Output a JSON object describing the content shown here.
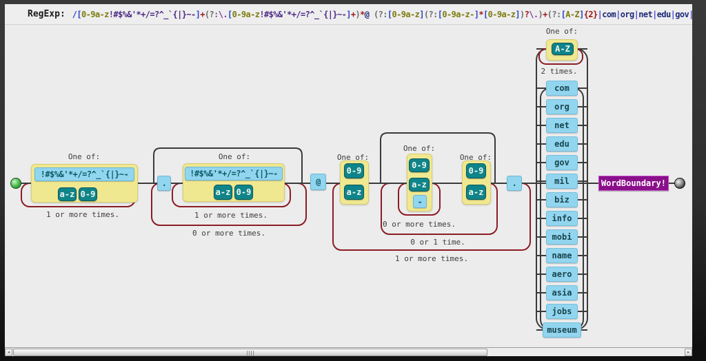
{
  "header": {
    "label": "RegExp:",
    "tokens": [
      {
        "t": "/",
        "c": "sl"
      },
      {
        "t": "[",
        "c": "br"
      },
      {
        "t": "0-9a-z",
        "c": "cl"
      },
      {
        "t": "!#$%&'*+/=?^_`{|}~-",
        "c": "sp"
      },
      {
        "t": "]",
        "c": "br"
      },
      {
        "t": "+",
        "c": "q"
      },
      {
        "t": "(?:",
        "c": "g"
      },
      {
        "t": "\\.",
        "c": "e"
      },
      {
        "t": "[",
        "c": "br"
      },
      {
        "t": "0-9a-z",
        "c": "cl"
      },
      {
        "t": "!#$%&'*+/=?^_`{|}~-",
        "c": "sp"
      },
      {
        "t": "]",
        "c": "br"
      },
      {
        "t": "+",
        "c": "q"
      },
      {
        "t": ")",
        "c": "g"
      },
      {
        "t": "*",
        "c": "q"
      },
      {
        "t": "@",
        "c": "l"
      },
      {
        "t": " ",
        "c": "g"
      },
      {
        "t": "(?:",
        "c": "g"
      },
      {
        "t": "[",
        "c": "br"
      },
      {
        "t": "0-9a-z",
        "c": "cl"
      },
      {
        "t": "]",
        "c": "br"
      },
      {
        "t": "(?:",
        "c": "g"
      },
      {
        "t": "[",
        "c": "br"
      },
      {
        "t": "0-9a-z-",
        "c": "cl"
      },
      {
        "t": "]",
        "c": "br"
      },
      {
        "t": "*",
        "c": "q"
      },
      {
        "t": "[",
        "c": "br"
      },
      {
        "t": "0-9a-z",
        "c": "cl"
      },
      {
        "t": "]",
        "c": "br"
      },
      {
        "t": ")",
        "c": "g"
      },
      {
        "t": "?",
        "c": "q"
      },
      {
        "t": "\\.",
        "c": "e"
      },
      {
        "t": ")",
        "c": "g"
      },
      {
        "t": "+",
        "c": "q"
      },
      {
        "t": "(?:",
        "c": "g"
      },
      {
        "t": "[",
        "c": "br"
      },
      {
        "t": "A-Z",
        "c": "cl"
      },
      {
        "t": "]",
        "c": "br"
      },
      {
        "t": "{2}",
        "c": "q"
      },
      {
        "t": "|",
        "c": "p"
      },
      {
        "t": "com",
        "c": "l"
      },
      {
        "t": "|",
        "c": "p"
      },
      {
        "t": "org",
        "c": "l"
      },
      {
        "t": "|",
        "c": "p"
      },
      {
        "t": "net",
        "c": "l"
      },
      {
        "t": "|",
        "c": "p"
      },
      {
        "t": "edu",
        "c": "l"
      },
      {
        "t": "|",
        "c": "p"
      },
      {
        "t": "gov",
        "c": "l"
      },
      {
        "t": "|",
        "c": "p"
      }
    ]
  },
  "palette": {
    "frame": "#2e2e2e",
    "content_bg": "#ececec",
    "line": "#3a3a3a",
    "loop": "#8b1c24",
    "group_box": "#f0e891",
    "char_class_box": "#0f8489",
    "literal_box": "#92d5ef",
    "assertion_box": "#8a0f8a",
    "start_node": "#2f9e2f",
    "end_node": "#3c3c3c",
    "regex_bracket": "#2b46c9",
    "regex_class": "#7c7c10",
    "regex_special": "#4e2b86",
    "regex_quantifier": "#a01818",
    "regex_group": "#6e6e6e",
    "regex_literal": "#1e2b7a"
  },
  "diagram": {
    "labels": {
      "one_of": "One of:",
      "one_or_more": "1 or more times.",
      "zero_or_more": "0 or more times.",
      "zero_or_one": "0 or 1 time.",
      "two_times": "2 times."
    },
    "nodes": {
      "specials": "!#$%&'*+/=?^_`{|}~-",
      "lower": "a-z",
      "digit": "0-9",
      "upper": "A-Z",
      "dot": ".",
      "at": "@",
      "dash": "-",
      "word_boundary": "WordBoundary!"
    },
    "tlds": [
      "com",
      "org",
      "net",
      "edu",
      "gov",
      "mil",
      "biz",
      "info",
      "mobi",
      "name",
      "aero",
      "asia",
      "jobs",
      "museum"
    ]
  },
  "scrollbar": {
    "left_arrow": "◂",
    "right_arrow": "▸"
  }
}
